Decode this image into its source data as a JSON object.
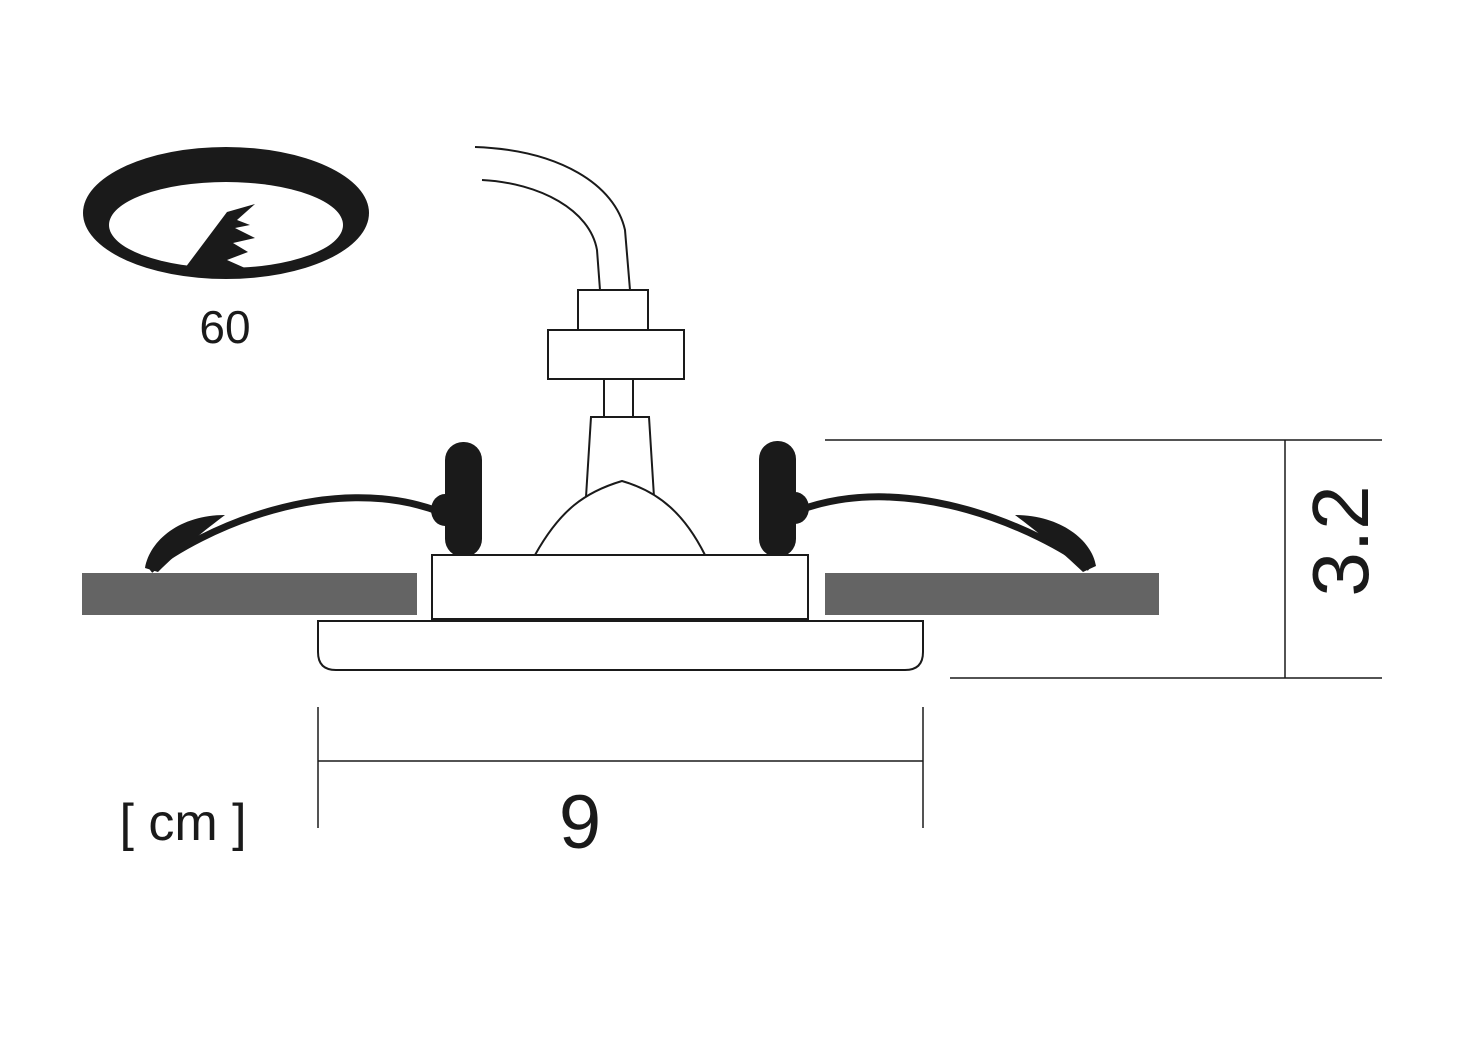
{
  "cutout_icon": {
    "label": "60",
    "icon": "ceiling-cutout-saw-icon"
  },
  "dimensions": {
    "height": "3.2",
    "width": "9",
    "unit": "[ cm ]"
  },
  "colors": {
    "ink": "#1a1a1a",
    "ceiling": "#646464"
  }
}
